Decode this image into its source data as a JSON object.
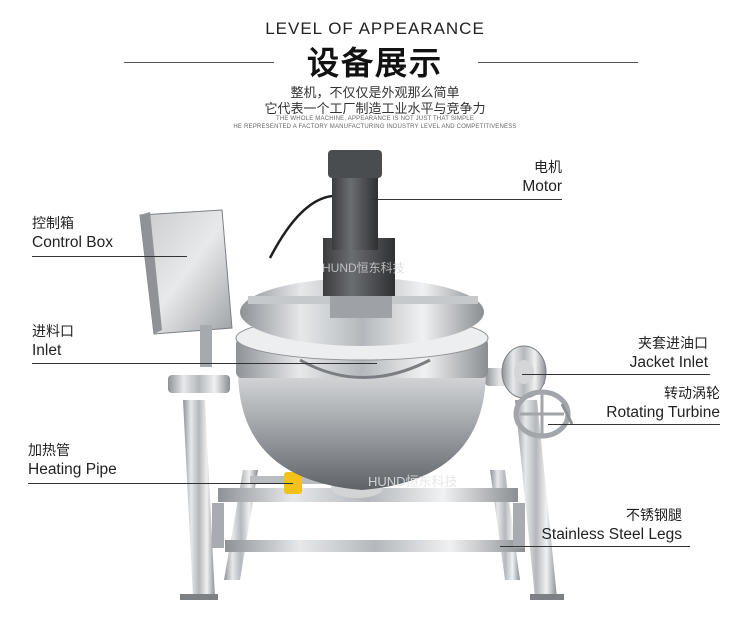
{
  "header": {
    "title_en": "LEVEL OF APPEARANCE",
    "title_cn": "设备展示",
    "subtitle_cn_1": "整机，不仅仅是外观那么简单",
    "subtitle_cn_2": "它代表一个工厂制造工业水平与竞争力",
    "subtitle_en_1": "THE WHOLE MACHINE, APPEARANCE IS NOT JUST THAT SIMPLE",
    "subtitle_en_2": "HE REPRESENTED A FACTORY MANUFACTURING INDUSTRY LEVEL AND COMPETITIVENESS"
  },
  "labels": {
    "motor": {
      "cn": "电机",
      "en": "Motor"
    },
    "control_box": {
      "cn": "控制箱",
      "en": "Control Box"
    },
    "inlet": {
      "cn": "进料口",
      "en": "Inlet"
    },
    "jacket_inlet": {
      "cn": "夹套进油口",
      "en": "Jacket Inlet"
    },
    "rotating_turbine": {
      "cn": "转动涡轮",
      "en": "Rotating Turbine"
    },
    "heating_pipe": {
      "cn": "加热管",
      "en": "Heating Pipe"
    },
    "stainless_steel_legs": {
      "cn": "不锈钢腿",
      "en": "Stainless Steel Legs"
    }
  },
  "watermark": "HUND恒东科技"
}
